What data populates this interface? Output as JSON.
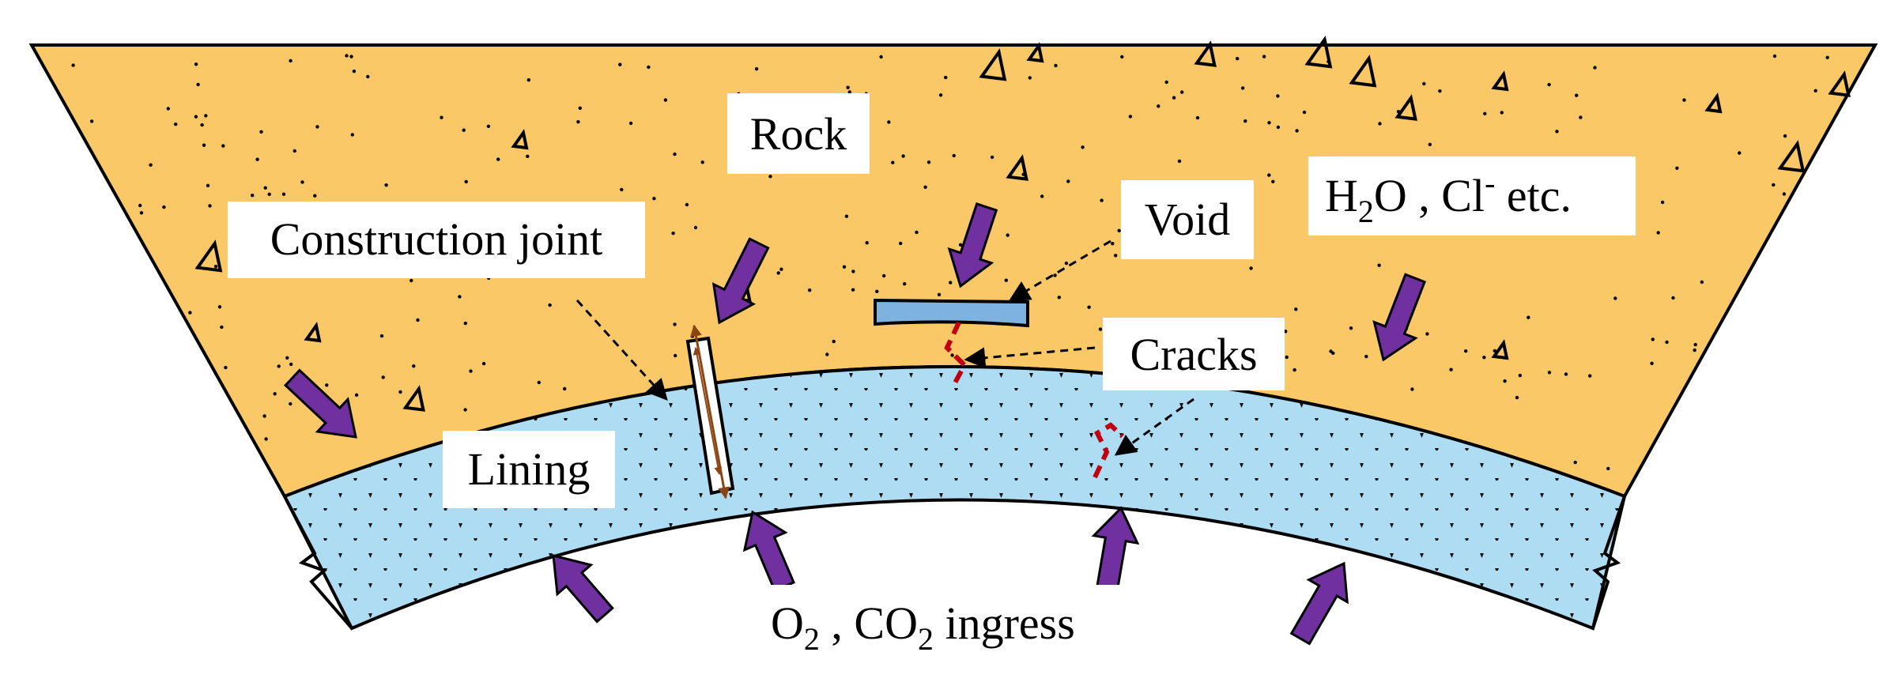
{
  "labels": {
    "rock": "Rock",
    "void": "Void",
    "construction_joint": "Construction joint",
    "cracks": "Cracks",
    "lining": "Lining",
    "water": {
      "main": "H",
      "sub": "2",
      "rest": "O , Cl",
      "sup": "-",
      "tail": " etc."
    },
    "ingress": {
      "o": "O",
      "o_sub": "2",
      "mid": " , CO",
      "co_sub": "2",
      "tail": "  ingress"
    }
  },
  "colors": {
    "rock": "#FAC867",
    "lining": "#ADDCF3",
    "void": "#7FB3DF",
    "arrow": "#7030A0",
    "crack": "#C0000F",
    "joint_arrow": "#8B4513"
  }
}
